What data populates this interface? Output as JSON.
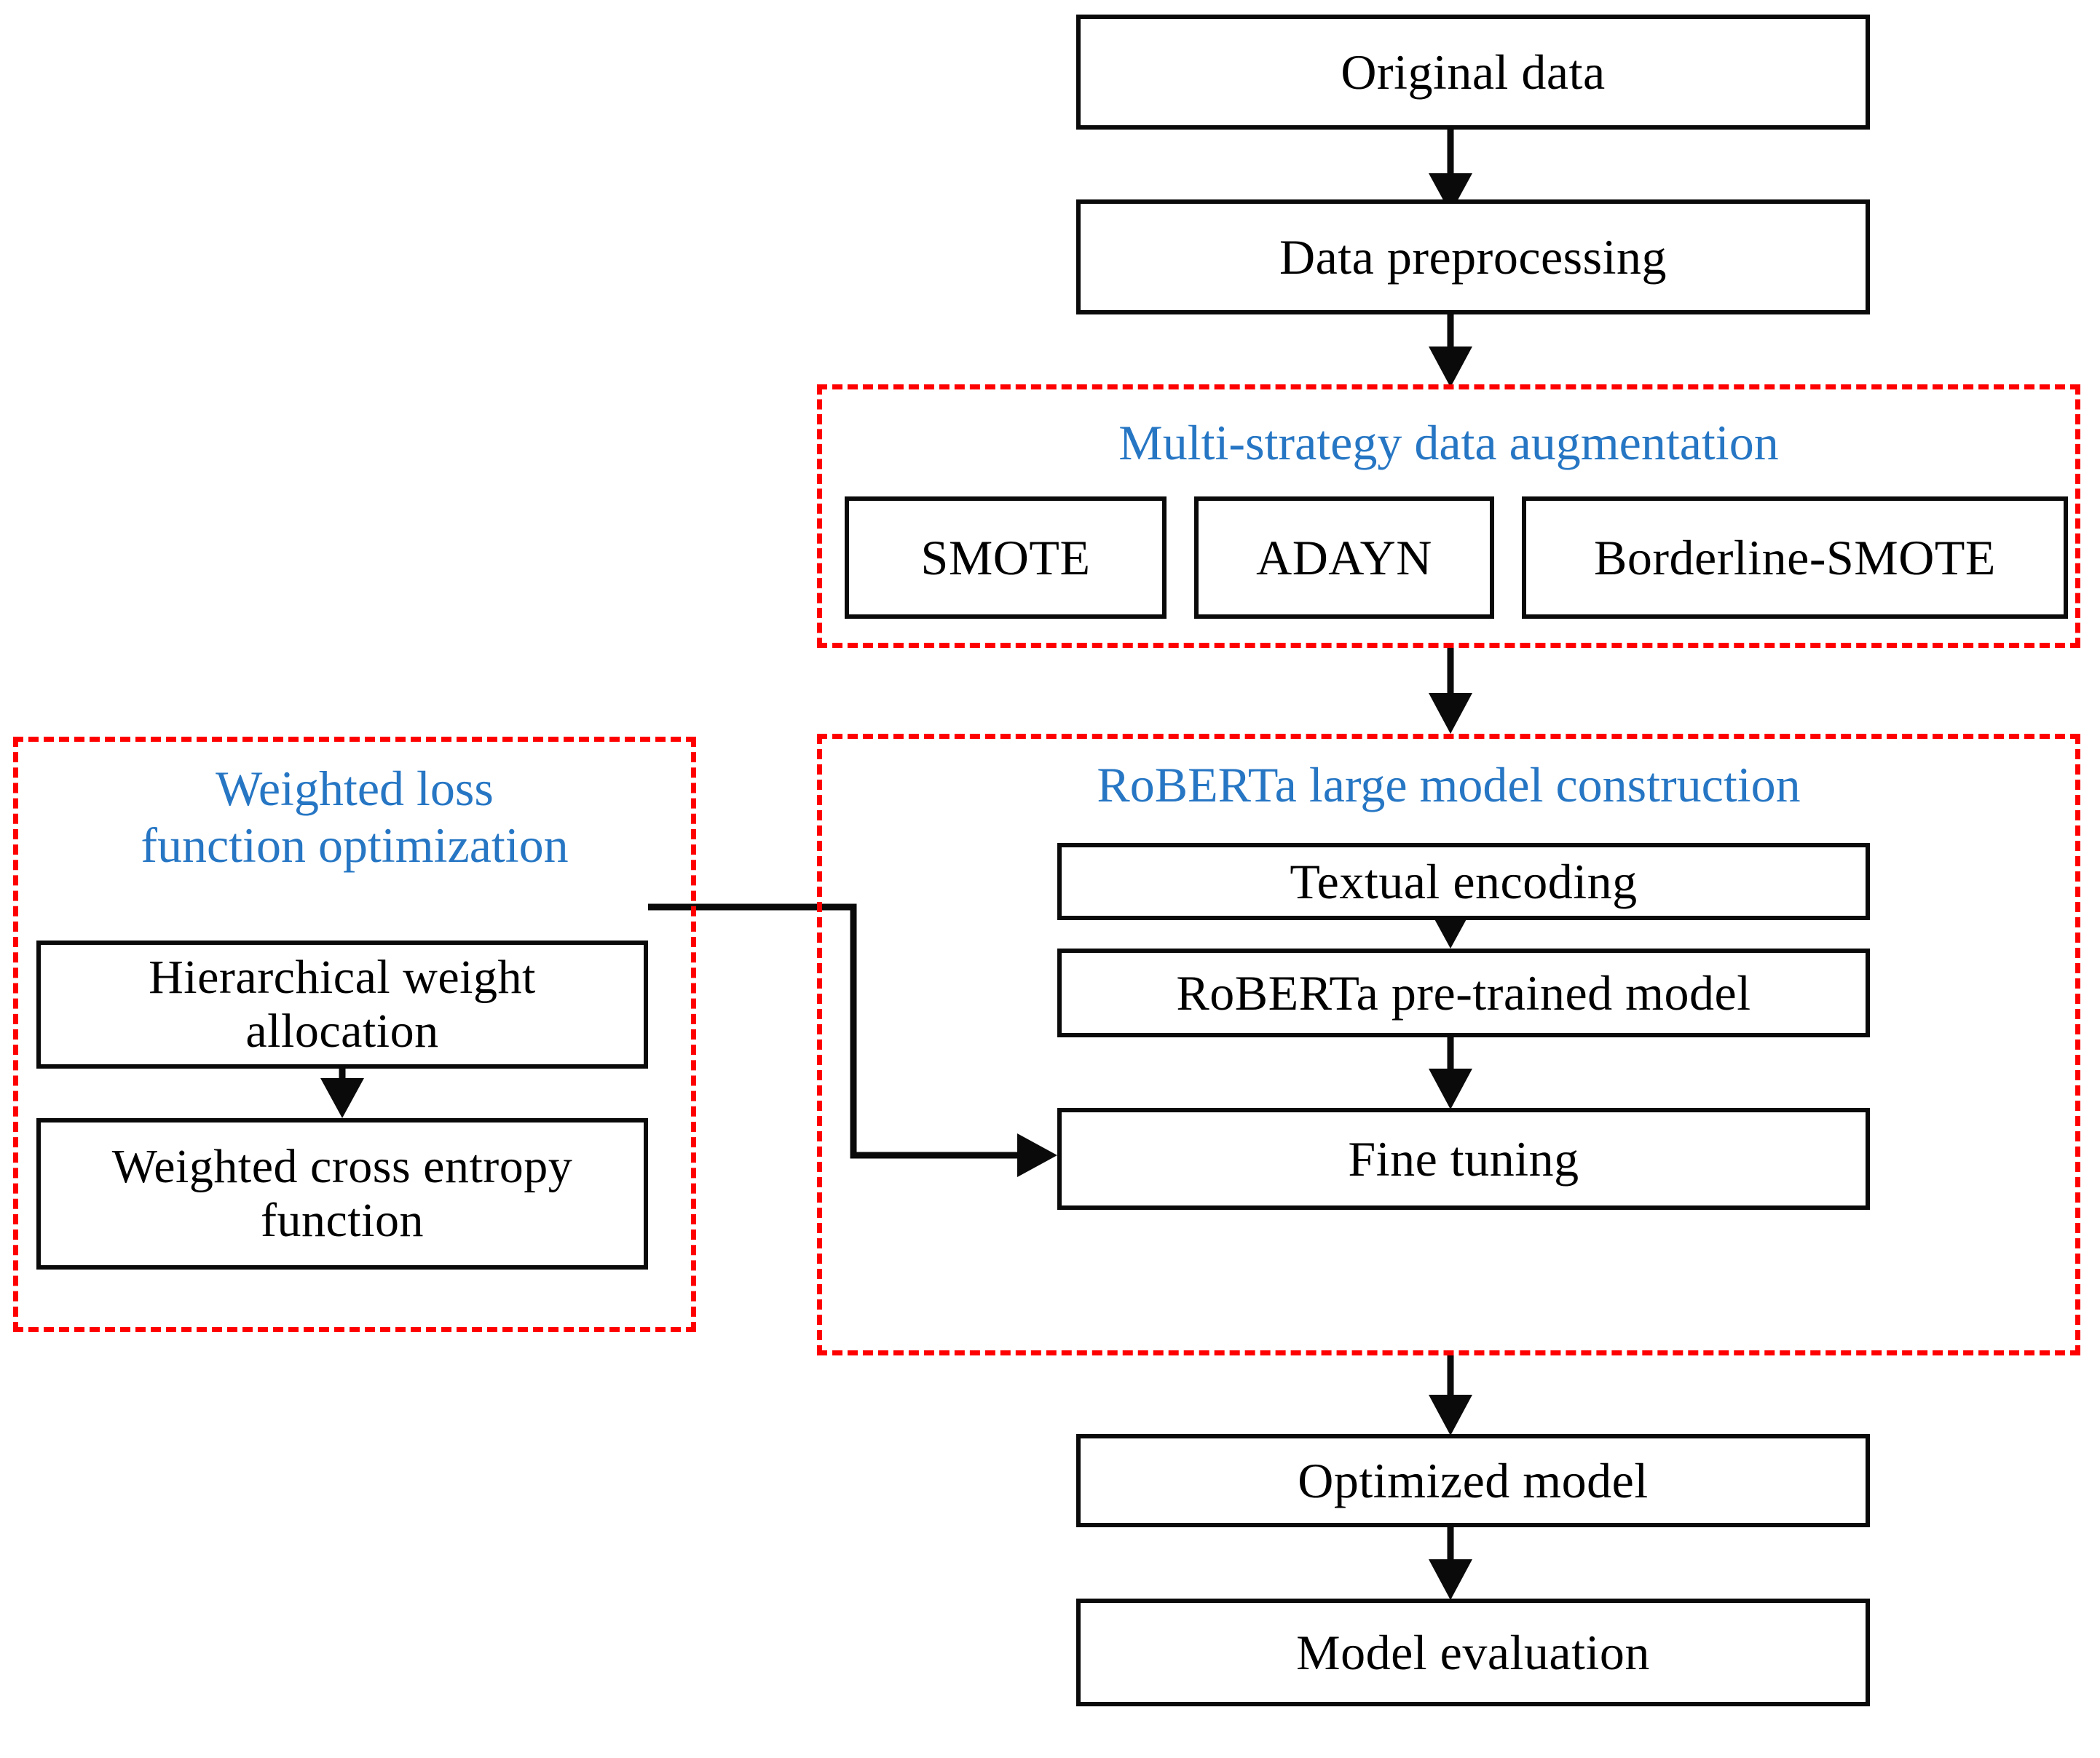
{
  "diagram": {
    "title": "Model construction workflow flowchart",
    "colors": {
      "group_border": "#ff0000",
      "group_title": "#2676c4",
      "node_border": "#0a0a0a",
      "edge": "#0a0a0a",
      "background": "#ffffff"
    }
  },
  "nodes": {
    "original_data": "Original data",
    "data_preprocessing": "Data preprocessing",
    "smote": "SMOTE",
    "adayn": "ADAYN",
    "borderline_smote": "Borderline-SMOTE",
    "textual_encoding": "Textual encoding",
    "roberta_pretrained": "RoBERTa pre-trained model",
    "fine_tuning": "Fine tuning",
    "hierarchical_weight": "Hierarchical weight allocation",
    "weighted_cross_entropy": "Weighted cross entropy function",
    "optimized_model": "Optimized model",
    "model_evaluation": "Model evaluation"
  },
  "groups": {
    "augmentation_title": "Multi-strategy data augmentation",
    "roberta_title": "RoBERTa large model construction",
    "weighted_loss_title": "Weighted loss\nfunction optimization"
  },
  "edges": [
    {
      "from": "original_data",
      "to": "data_preprocessing",
      "kind": "arrow-down"
    },
    {
      "from": "data_preprocessing",
      "to": "augmentation_group",
      "kind": "arrow-down"
    },
    {
      "from": "augmentation_group",
      "to": "roberta_group",
      "kind": "arrow-down"
    },
    {
      "from": "textual_encoding",
      "to": "roberta_pretrained",
      "kind": "arrow-down"
    },
    {
      "from": "roberta_pretrained",
      "to": "fine_tuning",
      "kind": "arrow-down"
    },
    {
      "from": "hierarchical_weight",
      "to": "weighted_cross_entropy",
      "kind": "arrow-down"
    },
    {
      "from": "hierarchical_weight",
      "to": "fine_tuning",
      "kind": "elbow-arrow-right"
    },
    {
      "from": "roberta_group",
      "to": "optimized_model",
      "kind": "arrow-down"
    },
    {
      "from": "optimized_model",
      "to": "model_evaluation",
      "kind": "arrow-down"
    }
  ]
}
